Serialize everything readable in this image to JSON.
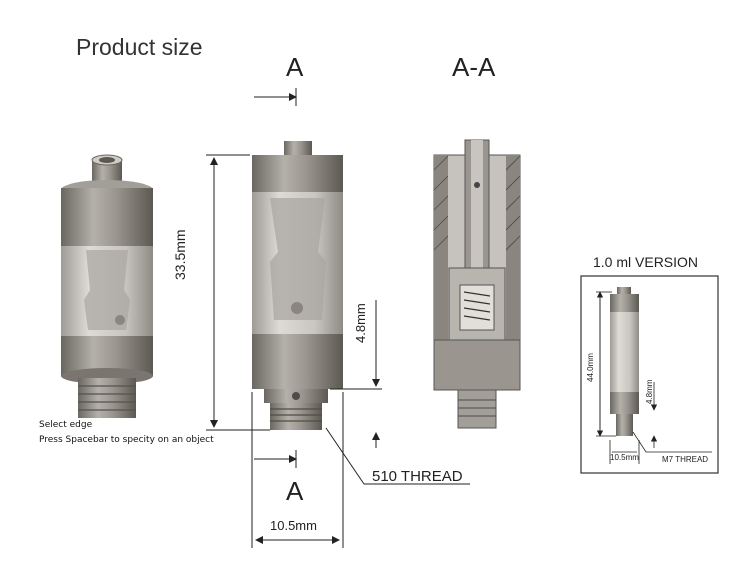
{
  "title": "Product size",
  "section_labels": {
    "a_top": "A",
    "a_bottom": "A",
    "aa": "A-A"
  },
  "cad_hint": {
    "line1": "Select edge",
    "line2": "Press Spacebar to specity on an object"
  },
  "dimensions": {
    "height": "33.5mm",
    "thread_len": "4.8mm",
    "width": "10.5mm",
    "thread": "510 THREAD"
  },
  "version_panel": {
    "title": "1.0 ml VERSION",
    "height": "44.0mm",
    "thread_len": "4.8mm",
    "width": "10.5mm",
    "thread": "M7 THREAD"
  },
  "colors": {
    "metal": "#8e8a84",
    "metal_dark": "#5e5a55",
    "glass": "#c9c6c1",
    "line": "#222222"
  }
}
